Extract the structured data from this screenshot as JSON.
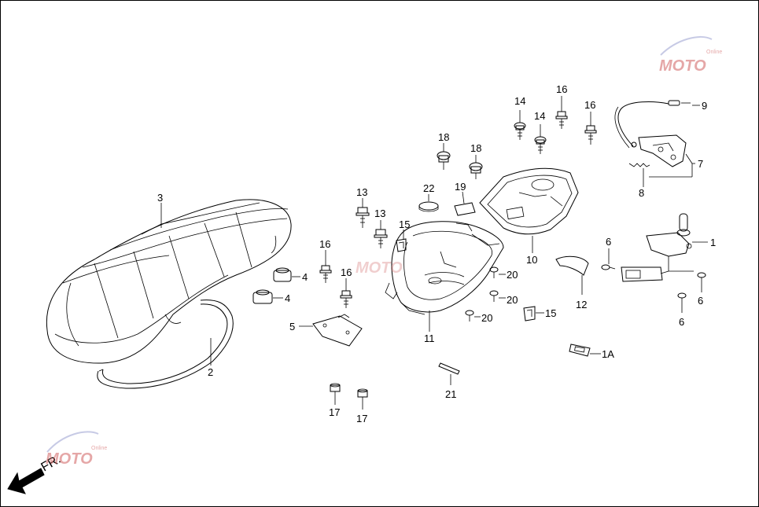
{
  "diagram": {
    "callouts": {
      "c1": "1",
      "c1A": "1A",
      "c2": "2",
      "c3": "3",
      "c4a": "4",
      "c4b": "4",
      "c5": "5",
      "c6a": "6",
      "c6b": "6",
      "c6c": "6",
      "c7": "7",
      "c8": "8",
      "c9": "9",
      "c10": "10",
      "c11": "11",
      "c12": "12",
      "c13a": "13",
      "c13b": "13",
      "c14a": "14",
      "c14b": "14",
      "c15a": "15",
      "c15b": "15",
      "c16a": "16",
      "c16b": "16",
      "c16c": "16",
      "c16d": "16",
      "c17a": "17",
      "c17b": "17",
      "c18a": "18",
      "c18b": "18",
      "c19": "19",
      "c20a": "20",
      "c20b": "20",
      "c20c": "20",
      "c21": "21",
      "c22": "22"
    },
    "direction_label": "FR."
  },
  "watermark": {
    "text": "MOTO",
    "sub": "Online"
  }
}
